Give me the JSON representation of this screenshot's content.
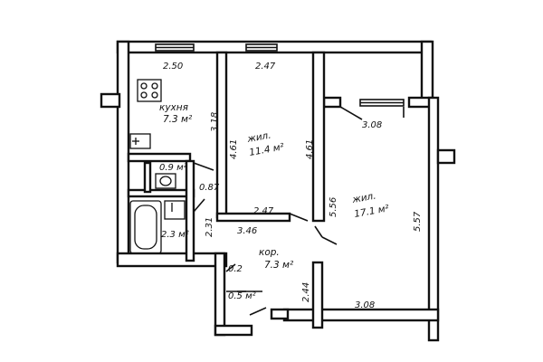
{
  "plan": {
    "rooms": {
      "kitchen": {
        "name": "кухня",
        "area": "7.3 м²"
      },
      "living1": {
        "name": "жил.",
        "area": "11.4 м²"
      },
      "living2": {
        "name": "жил.",
        "area": "17.1 м²"
      },
      "corridor": {
        "name": "кор.",
        "area": "7.3 м²"
      },
      "wc": {
        "area": "0.9 м²"
      },
      "bath": {
        "area": "2.3 м²"
      },
      "closet_a": {
        "area": "0.2"
      },
      "closet_b": {
        "area": "0.5 м²"
      }
    },
    "dimensions": {
      "kitchen_width": "2.50",
      "kitchen_depth": "3.18",
      "living1_top": "2.47",
      "living1_bottom": "2.47",
      "living1_left": "4.61",
      "living1_right": "4.61",
      "living2_top": "3.08",
      "living2_bottom": "3.08",
      "living2_left": "5.56",
      "living2_right": "5.57",
      "wc_width": "0.87",
      "bath_depth": "2.31",
      "corridor_length": "3.46",
      "corridor_width": "2.44"
    }
  }
}
